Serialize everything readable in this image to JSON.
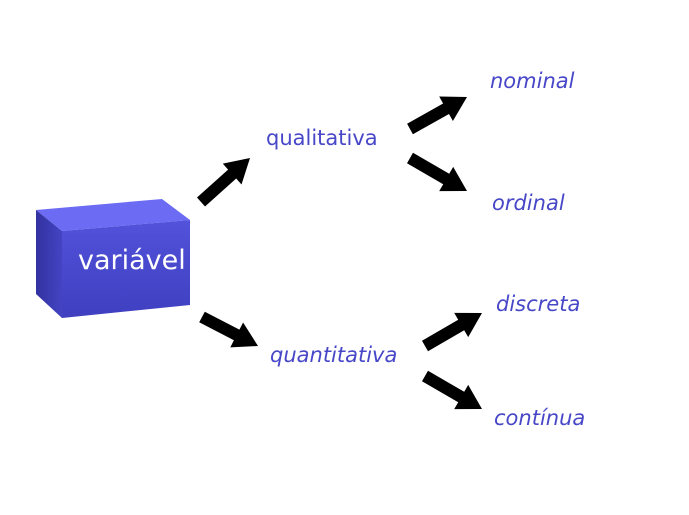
{
  "root": {
    "label": "variável"
  },
  "branches": [
    {
      "label": "qualitativa",
      "children": [
        {
          "label": "nominal"
        },
        {
          "label": "ordinal"
        }
      ]
    },
    {
      "label": "quantitativa",
      "children": [
        {
          "label": "discreta"
        },
        {
          "label": "contínua"
        }
      ]
    }
  ],
  "colors": {
    "text": "#4747c8",
    "box_front": "#4a4ad0",
    "box_top": "#6c6cf5",
    "box_side": "#3838a8",
    "arrow": "#000000"
  }
}
